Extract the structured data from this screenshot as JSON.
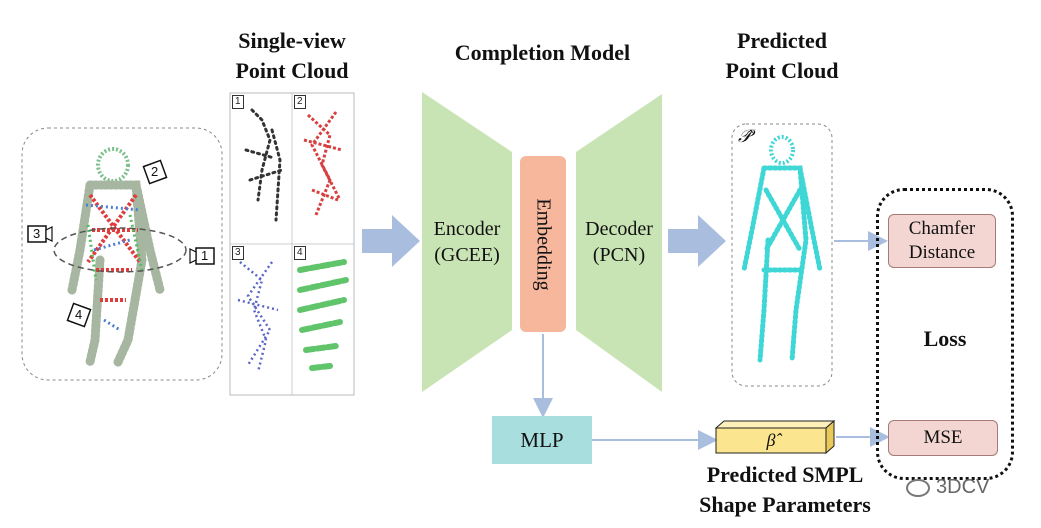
{
  "titles": {
    "single_view": "Single-view\nPoint Cloud",
    "completion_model": "Completion Model",
    "predicted_cloud": "Predicted\nPoint Cloud",
    "predicted_smpl": "Predicted SMPL\nShape Parameters"
  },
  "encoder": {
    "label": "Encoder\n(GCEE)"
  },
  "decoder": {
    "label": "Decoder\n(PCN)"
  },
  "embedding": {
    "label": "Embedding"
  },
  "mlp": {
    "label": "MLP"
  },
  "beta": {
    "label": "β̂"
  },
  "p_hat": {
    "label": "𝒫̂"
  },
  "loss": {
    "title": "Loss",
    "chamfer": "Chamfer\nDistance",
    "mse": "MSE"
  },
  "cameras": [
    "1",
    "2",
    "3",
    "4"
  ],
  "views": [
    "1",
    "2",
    "3",
    "4"
  ],
  "watermark": "3DCV",
  "colors": {
    "encoder_green": "#c8e3b4",
    "embedding_orange": "#f6b79c",
    "mlp_teal": "#a9dede",
    "arrow_blue": "#a9bedf",
    "beta_yellow": "#fbe58e",
    "pink_box": "#f3d6d2",
    "cloud_cyan": "#3fd6d6"
  }
}
